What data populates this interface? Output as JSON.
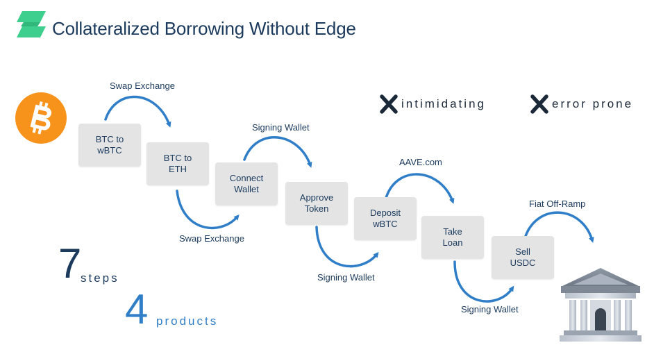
{
  "header": {
    "title": "Collateralized Borrowing Without Edge",
    "logo_icon": "edge-logo-icon",
    "accent_color": "#3ecf8e"
  },
  "coin": {
    "icon": "bitcoin-icon",
    "color": "#f7931a"
  },
  "steps": [
    {
      "label": "BTC to\nwBTC"
    },
    {
      "label": "BTC to\nETH"
    },
    {
      "label": "Connect\nWallet"
    },
    {
      "label": "Approve\nToken"
    },
    {
      "label": "Deposit\nwBTC"
    },
    {
      "label": "Take\nLoan"
    },
    {
      "label": "Sell\nUSDC"
    }
  ],
  "transitions": [
    {
      "label": "Swap Exchange"
    },
    {
      "label": "Swap Exchange"
    },
    {
      "label": "Signing Wallet"
    },
    {
      "label": "Signing Wallet"
    },
    {
      "label": "AAVE.com"
    },
    {
      "label": "Signing Wallet"
    },
    {
      "label": "Fiat Off-Ramp"
    }
  ],
  "drawbacks": [
    {
      "icon": "x-mark-icon",
      "text": "intimidating"
    },
    {
      "icon": "x-mark-icon",
      "text": "error prone"
    }
  ],
  "stats": {
    "steps": {
      "number": "7",
      "word": "steps",
      "color": "#1b3a5c"
    },
    "products": {
      "number": "4",
      "word": "products",
      "color": "#2f7ec7"
    }
  },
  "destination": {
    "icon": "bank-icon"
  },
  "colors": {
    "arrow": "#2f7ec7",
    "box": "#e4e4e4",
    "text": "#1b3a5c"
  }
}
